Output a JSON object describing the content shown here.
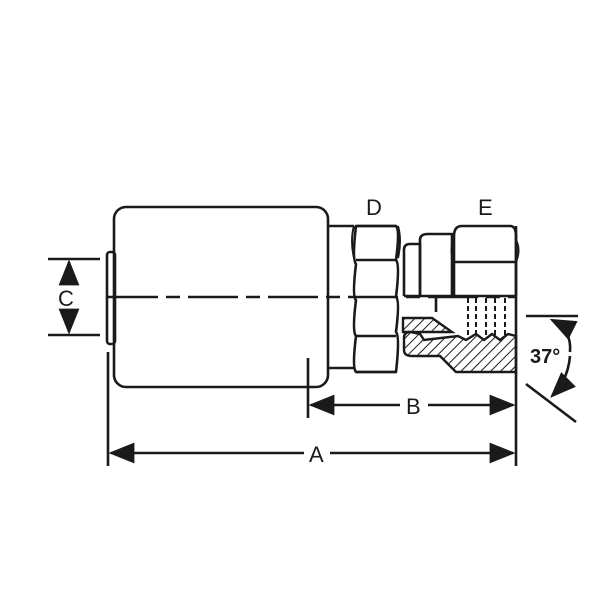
{
  "diagram": {
    "subject": "Hose fitting (crimp ferrule with female swivel, 37° flare)",
    "labels": {
      "hex_d": "D",
      "hex_e": "E",
      "dim_a": "A",
      "dim_b": "B",
      "dim_c": "C",
      "angle": "37°"
    },
    "colors": {
      "line": "#1a1a1a",
      "background": "#ffffff"
    }
  }
}
